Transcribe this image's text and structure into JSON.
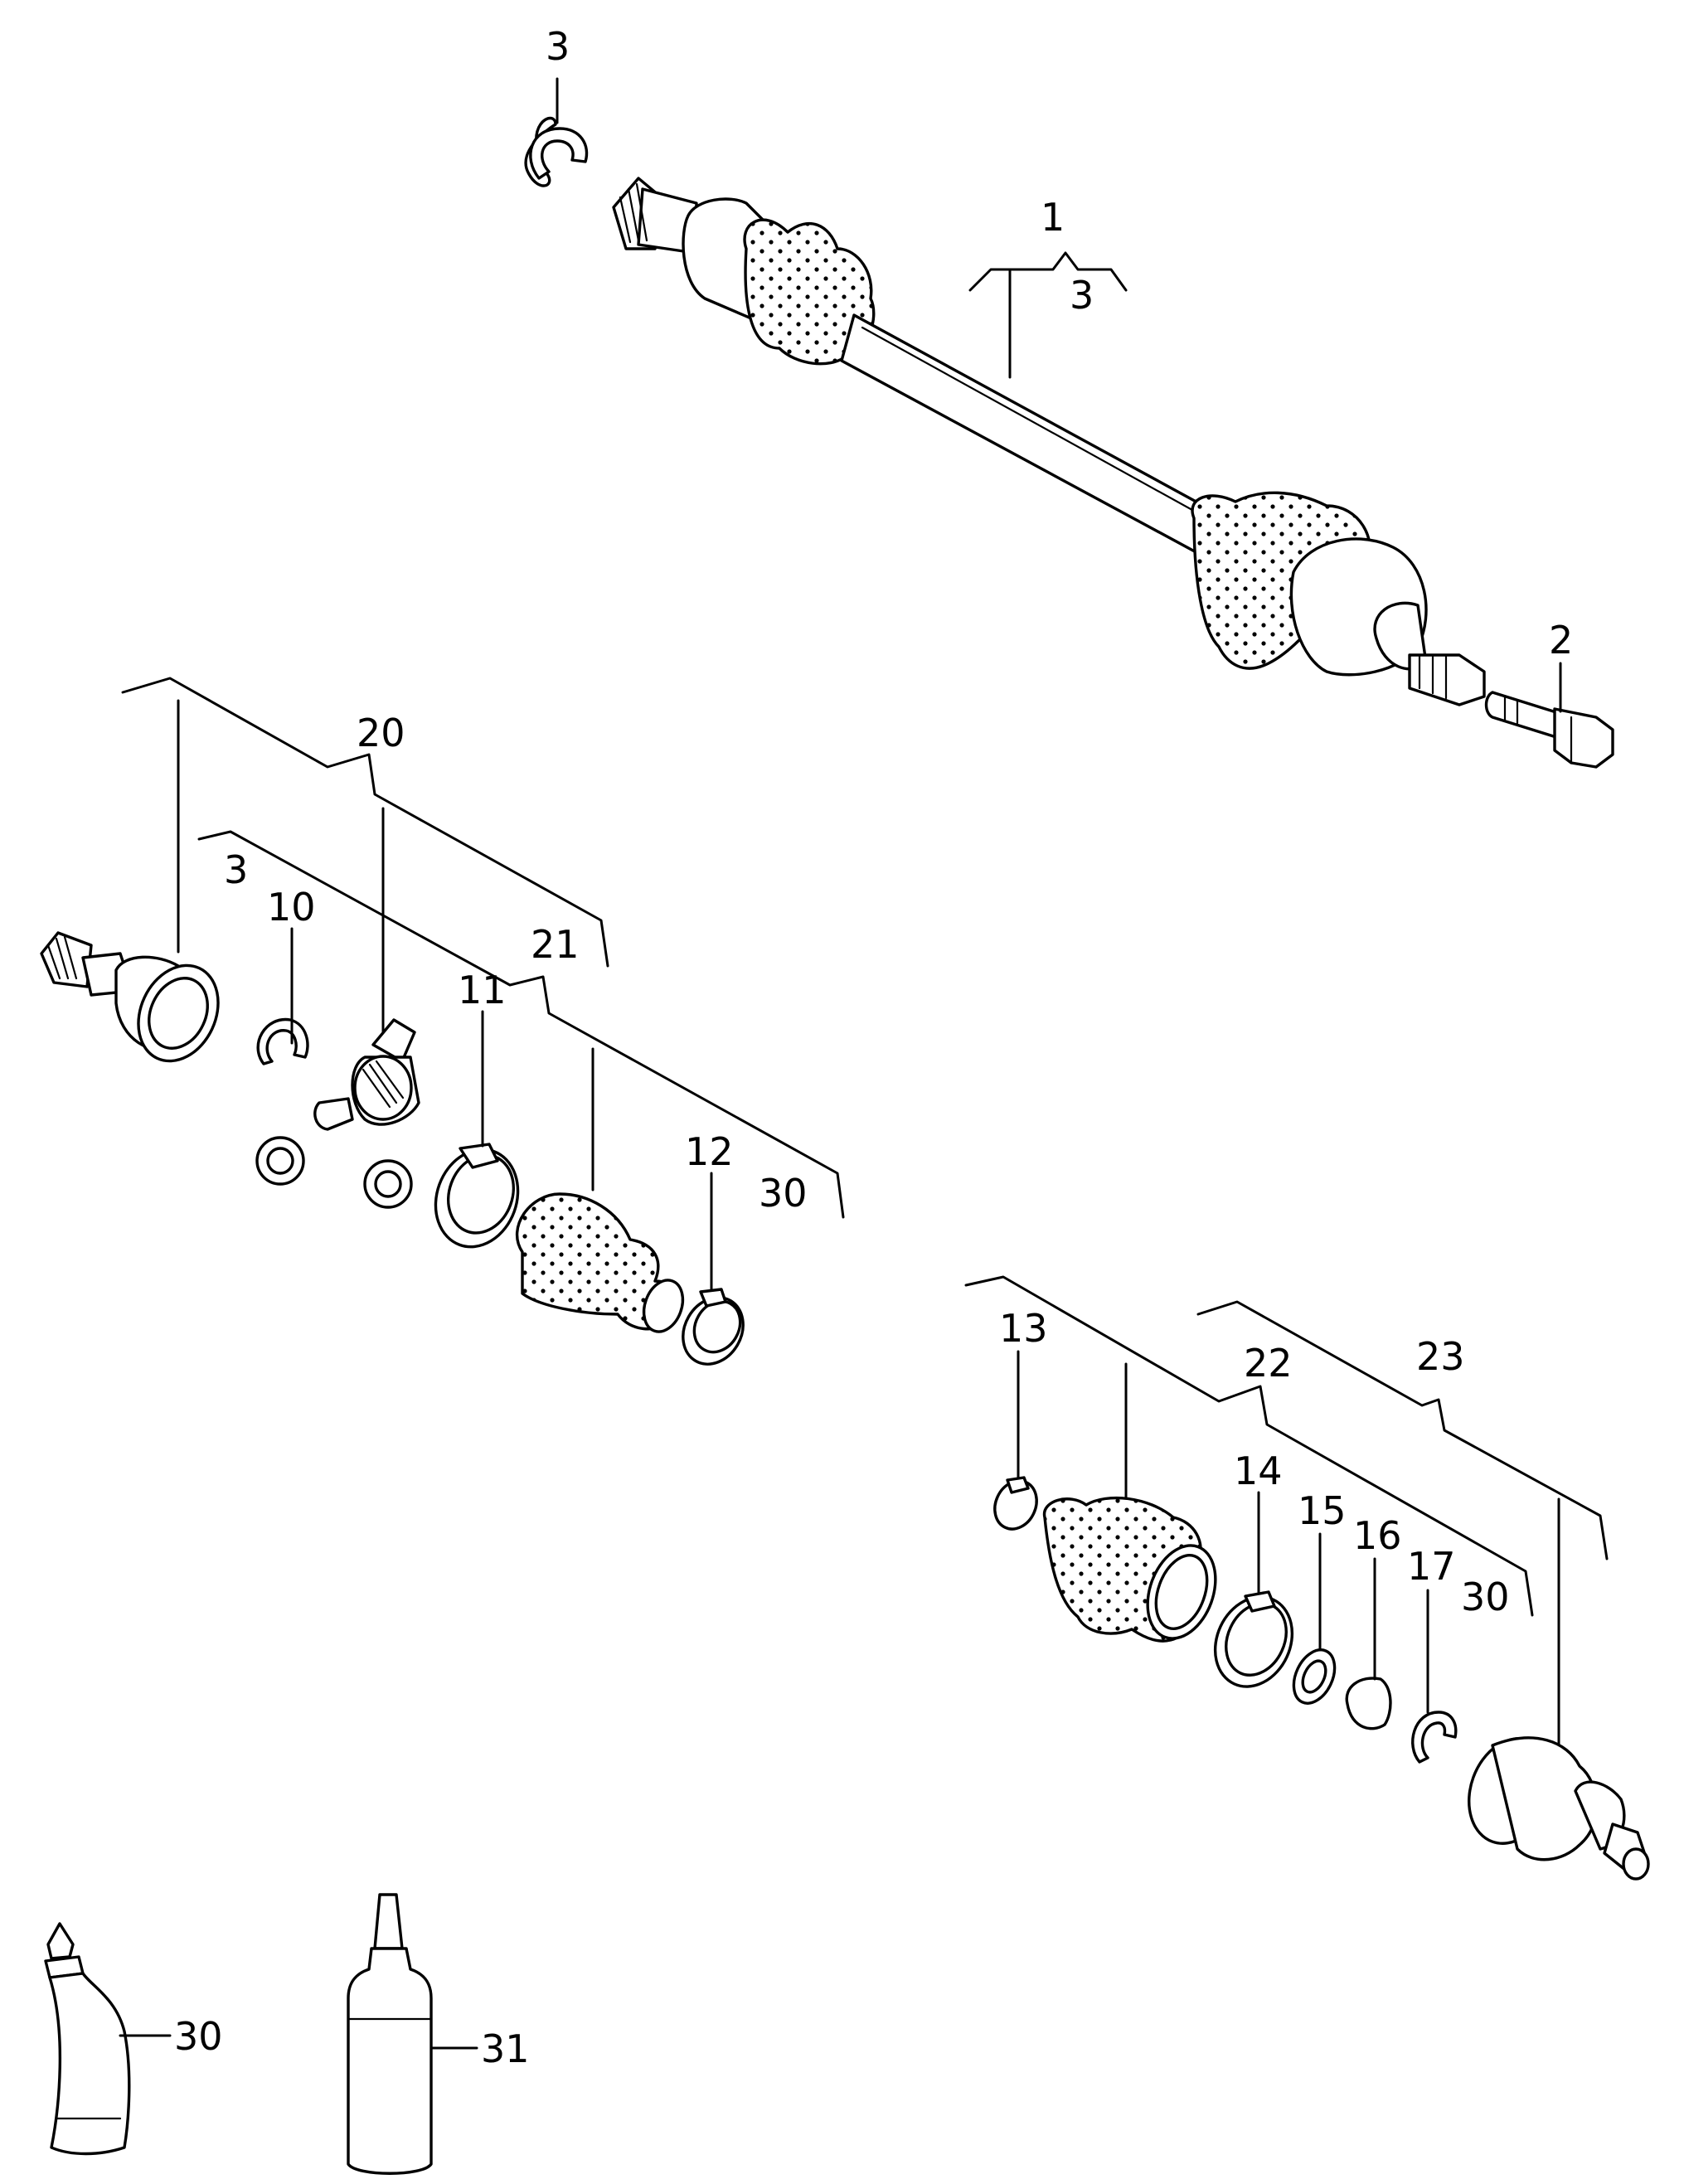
{
  "labels": {
    "l1": "1",
    "l1_3": "3",
    "l2": "2",
    "l3_top": "3",
    "l3_mid": "3",
    "l10": "10",
    "l11": "11",
    "l12": "12",
    "l13": "13",
    "l14": "14",
    "l15": "15",
    "l16": "16",
    "l17": "17",
    "l20": "20",
    "l21": "21",
    "l22": "22",
    "l23": "23",
    "l30_mid": "30",
    "l30_right": "30",
    "l30_tube": "30",
    "l31": "31"
  }
}
